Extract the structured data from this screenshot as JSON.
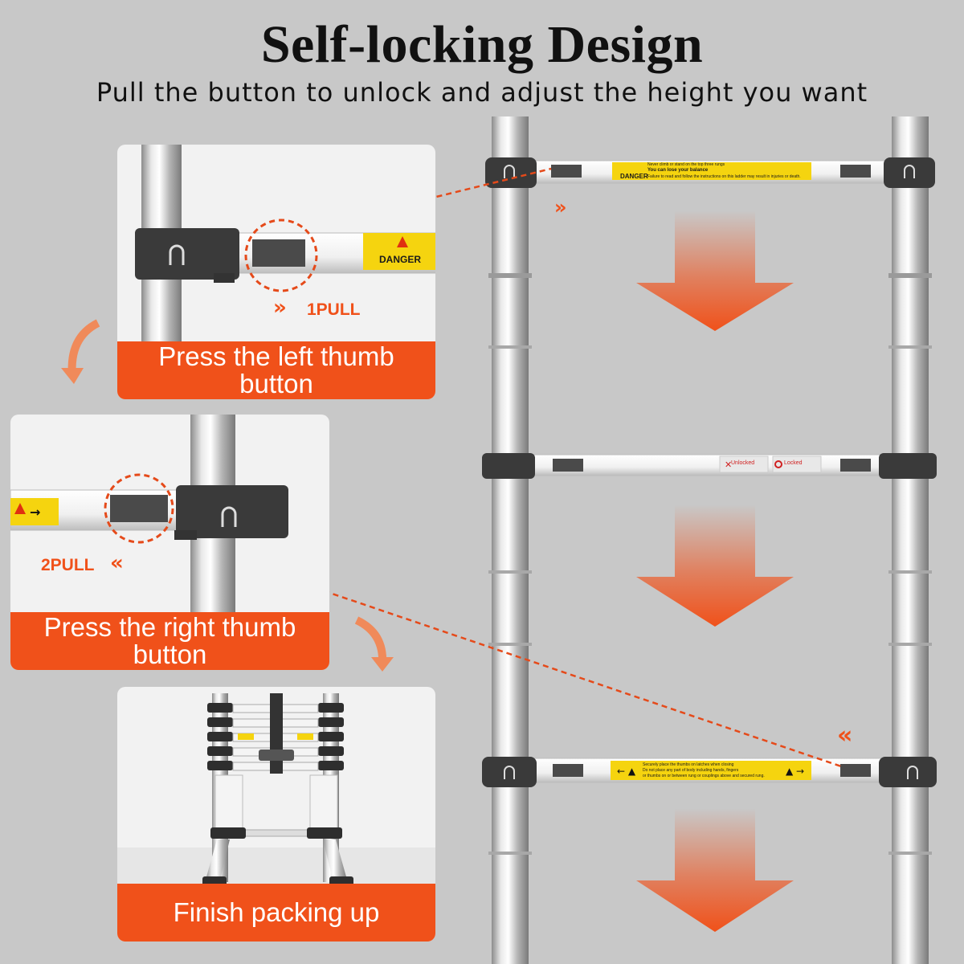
{
  "header": {
    "title": "Self-locking Design",
    "subtitle": "Pull the button to unlock and adjust the height you want"
  },
  "steps": [
    {
      "caption": "Press the left thumb button",
      "pull_label": "1PULL",
      "sign_text": "DANGER"
    },
    {
      "caption": "Press the right thumb button",
      "pull_label": "2PULL"
    },
    {
      "caption": "Finish packing up"
    }
  ],
  "ladder": {
    "top_rung": {
      "sign_title": "DANGER",
      "sign_lines": [
        "Never climb or stand on the top three rungs",
        "You can lose your balance",
        "Failure to read and follow the instructions on this ladder may result in injuries or death."
      ]
    },
    "middle_rung": {
      "unlocked_label": "Unlocked",
      "locked_label": "Locked"
    },
    "bottom_rung": {
      "sign_lines": [
        "Securely place the thumbs on latches when closing",
        "Do not place any part of body including hands, fingers",
        "or thumbs on or between rung or couplings above and secured rung."
      ]
    }
  },
  "colors": {
    "accent": "#f0511a",
    "background": "#c8c8c8",
    "warning_yellow": "#f5d40f"
  },
  "icons": [
    "down-arrow-icon",
    "curved-arrow-icon",
    "double-chevron-icon",
    "warning-triangle-icon"
  ]
}
